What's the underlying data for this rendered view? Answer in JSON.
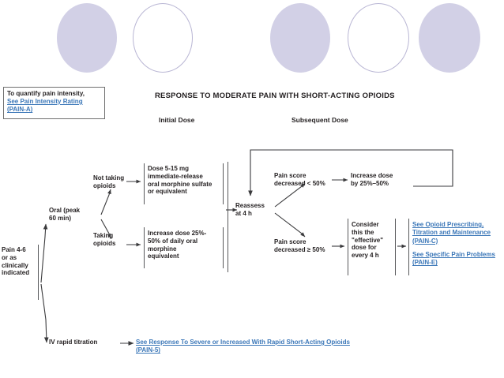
{
  "page": {
    "title": "RESPONSE TO MODERATE PAIN WITH SHORT-ACTING OPIOIDS",
    "col_initial": "Initial Dose",
    "col_subsequent": "Subsequent Dose"
  },
  "decor": {
    "circles": [
      {
        "name": "circle-1",
        "style": "filled"
      },
      {
        "name": "circle-2",
        "style": "outline"
      },
      {
        "name": "circle-3",
        "style": "filled"
      },
      {
        "name": "circle-4",
        "style": "outline"
      },
      {
        "name": "circle-5",
        "style": "filled"
      }
    ],
    "fill_color": "#d2d0e6",
    "outline_color": "#b9b6d4"
  },
  "reference_box": {
    "intro": "To quantify pain intensity,",
    "link": "See Pain Intensity Rating\n(PAIN-A)"
  },
  "flow": {
    "entry": "Pain 4-6\nor as\nclinically\nindicated",
    "route_oral": "Oral (peak\n60 min)",
    "route_iv": "IV rapid titration",
    "branch_not_taking": "Not taking\nopioids",
    "branch_taking": "Taking\nopioids",
    "dose_naive": "Dose 5-15 mg\nimmediate-release\noral morphine sulfate\nor equivalent",
    "dose_tolerant": "Increase dose 25%-\n50% of daily oral\nmorphine\nequivalent",
    "reassess": "Reassess\nat 4 h",
    "outcome_partial": "Pain score\ndecreased < 50%",
    "outcome_effective": "Pain score\ndecreased ≥ 50%",
    "action_increase": "Increase dose\nby 25%–50%",
    "action_effective": "Consider\nthis the\n\"effective\"\ndose for\nevery 4 h"
  },
  "links": {
    "opioid_prescribing": "See Opioid Prescribing,\nTitration and Maintenance\n(PAIN-C)",
    "specific_pain": "See Specific Pain Problems\n(PAIN-E)",
    "iv_rapid": "See Response To Severe or Increased With Rapid Short-Acting Opioids\n(PAIN-5)",
    "color": "#3b77b8"
  }
}
